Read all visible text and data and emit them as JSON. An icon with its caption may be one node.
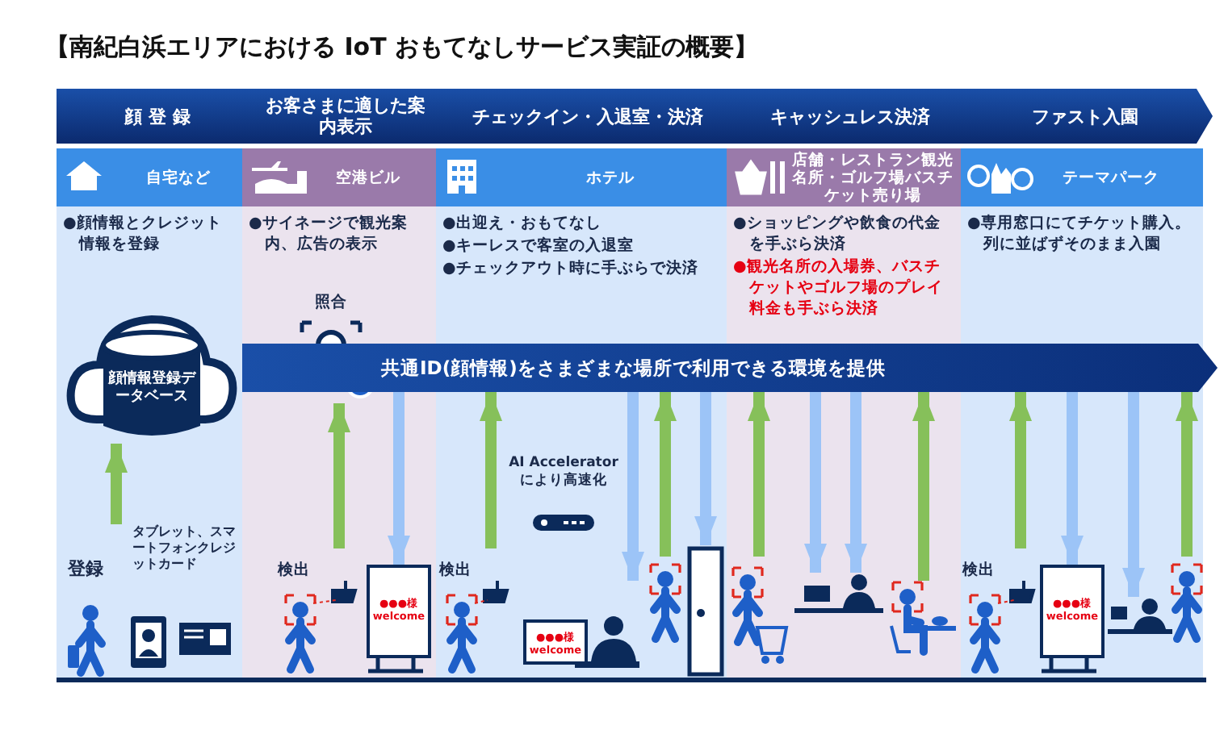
{
  "diagram": {
    "title": "【南紀白浜エリアにおける IoT おもてなしサービス実証の概要】",
    "nodes": [
      {
        "text": [
          "顔 登 録"
        ]
      },
      {
        "text": [
          "お客さまに適した案内表示"
        ]
      },
      {
        "text": [
          "チェックイン・入退室・決済"
        ]
      },
      {
        "text": [
          "キャッシュレス決済"
        ]
      },
      {
        "text": [
          "ファスト入園"
        ]
      },
      {
        "text": [
          "自宅など",
          "●顔情報とクレジット情報を登録"
        ]
      },
      {
        "text": [
          "空港ビル",
          "●サイネージで観光案内、広告の表示"
        ]
      },
      {
        "text": [
          "ホテル",
          "●出迎え・おもてなし",
          "●キーレスで客室の入退室",
          "●チェックアウト時に手ぶらで決済"
        ]
      },
      {
        "text": [
          "店舗・レストラン観光名所・ゴルフ場バスチケット売り場",
          "●ショッピングや飲食の代金を手ぶら決済",
          "●観光名所の入場券、バスチケットやゴルフ場のプレイ料金も手ぶら決済"
        ]
      },
      {
        "text": [
          "テーマパーク",
          "●専用窓口にてチケット購入。列に並ばずそのまま入園"
        ]
      },
      {
        "text": [
          "顔情報登録データベース"
        ],
        "in": 5
      },
      {
        "text": [
          "共通ID(顔情報)をさまざまな場所で利用できる環境を提供"
        ]
      },
      {
        "text": [
          "照合"
        ],
        "in": 6
      },
      {
        "text": [
          "登録",
          "タブレット、スマートフォンクレジットカード"
        ],
        "in": 5
      },
      {
        "text": [
          "検出"
        ],
        "in": 6
      },
      {
        "text": [
          "●●●様",
          "welcome"
        ],
        "in": 6
      },
      {
        "text": [
          "検出"
        ],
        "in": 7
      },
      {
        "text": [
          "AI Accelerator により高速化"
        ],
        "in": 7
      },
      {
        "text": [
          "●●●様",
          "welcome"
        ],
        "in": 7
      },
      {
        "text": [],
        "shape": "person",
        "in": 7
      },
      {
        "text": [],
        "shape": "picture",
        "in": 7
      },
      {
        "text": [],
        "shape": "person",
        "in": 8
      },
      {
        "text": [],
        "shape": "picture",
        "in": 8
      },
      {
        "text": [],
        "shape": "person",
        "in": 8
      },
      {
        "text": [
          "検出"
        ],
        "in": 9
      },
      {
        "text": [
          "●●●様",
          "welcome"
        ],
        "in": 9
      },
      {
        "text": [],
        "shape": "picture",
        "in": 9
      },
      {
        "text": [],
        "shape": "person",
        "in": 9
      }
    ],
    "edges": [
      {
        "from": 13,
        "to": 10,
        "arrow": "to"
      },
      {
        "from": 14,
        "to": 12,
        "arrow": "to"
      },
      {
        "from": 11,
        "to": 15,
        "arrow": "to",
        "color": "#9cc4f7"
      },
      {
        "from": 16,
        "to": 11,
        "arrow": "to"
      },
      {
        "from": 11,
        "to": 18,
        "arrow": "to",
        "color": "#9cc4f7"
      },
      {
        "from": 19,
        "to": 11,
        "arrow": "to"
      },
      {
        "from": 11,
        "to": 20,
        "arrow": "to",
        "color": "#9cc4f7"
      },
      {
        "from": 21,
        "to": 11,
        "arrow": "to"
      },
      {
        "from": 11,
        "to": 22,
        "arrow": "to",
        "color": "#9cc4f7"
      },
      {
        "from": 11,
        "to": 22,
        "arrow": "to",
        "color": "#9cc4f7"
      },
      {
        "from": 23,
        "to": 11,
        "arrow": "to"
      },
      {
        "from": 24,
        "to": 11,
        "arrow": "to"
      },
      {
        "from": 11,
        "to": 25,
        "arrow": "to",
        "color": "#9cc4f7"
      },
      {
        "from": 11,
        "to": 26,
        "arrow": "to",
        "color": "#9cc4f7"
      },
      {
        "from": 27,
        "to": 11,
        "arrow": "to"
      }
    ]
  }
}
